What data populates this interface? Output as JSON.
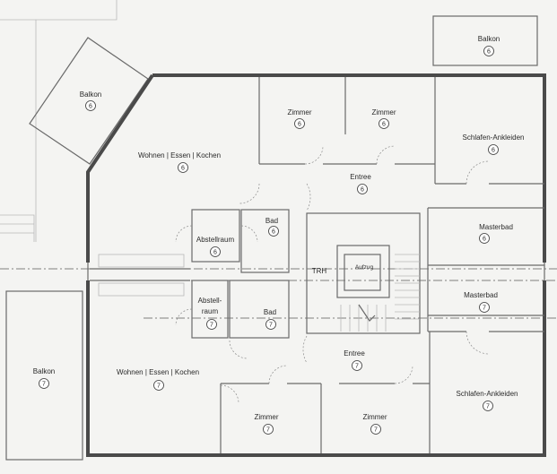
{
  "rooms": [
    {
      "label": "Balkon",
      "number": "6"
    },
    {
      "label": "Balkon",
      "number": "6"
    },
    {
      "label": "Zimmer",
      "number": "6"
    },
    {
      "label": "Zimmer",
      "number": "6"
    },
    {
      "label": "Schlafen-Ankleiden",
      "number": "6"
    },
    {
      "label": "Wohnen | Essen | Kochen",
      "number": "6"
    },
    {
      "label": "Entree",
      "number": "6"
    },
    {
      "label": "Abstellraum",
      "number": "6"
    },
    {
      "label": "Bad",
      "number": "6"
    },
    {
      "label": "Masterbad",
      "number": "6"
    },
    {
      "label": "TRH",
      "number": ""
    },
    {
      "label": "Aufzug",
      "number": ""
    },
    {
      "label": "Abstell-",
      "label2": "raum",
      "number": "7"
    },
    {
      "label": "Bad",
      "number": "7"
    },
    {
      "label": "Masterbad",
      "number": "7"
    },
    {
      "label": "Balkon",
      "number": "7"
    },
    {
      "label": "Wohnen | Essen | Kochen",
      "number": "7"
    },
    {
      "label": "Entree",
      "number": "7"
    },
    {
      "label": "Schlafen-Ankleiden",
      "number": "7"
    },
    {
      "label": "Zimmer",
      "number": "7"
    },
    {
      "label": "Zimmer",
      "number": "7"
    }
  ]
}
